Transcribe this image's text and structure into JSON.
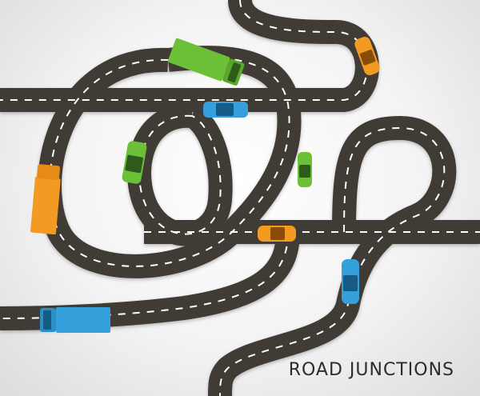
{
  "title": "ROAD JUNCTIONS",
  "colors": {
    "background": "#efefef",
    "road": "#3f3a35",
    "lane_marking": "#ffffff",
    "green_vehicle": "#6cc038",
    "blue_vehicle": "#35a0dc",
    "orange_vehicle": "#f29a22"
  },
  "vehicles": [
    {
      "kind": "truck",
      "color": "green"
    },
    {
      "kind": "car",
      "color": "blue"
    },
    {
      "kind": "car",
      "color": "orange"
    },
    {
      "kind": "car",
      "color": "green"
    },
    {
      "kind": "car",
      "color": "green"
    },
    {
      "kind": "truck",
      "color": "orange"
    },
    {
      "kind": "car",
      "color": "orange"
    },
    {
      "kind": "car",
      "color": "blue"
    },
    {
      "kind": "truck",
      "color": "blue"
    }
  ]
}
